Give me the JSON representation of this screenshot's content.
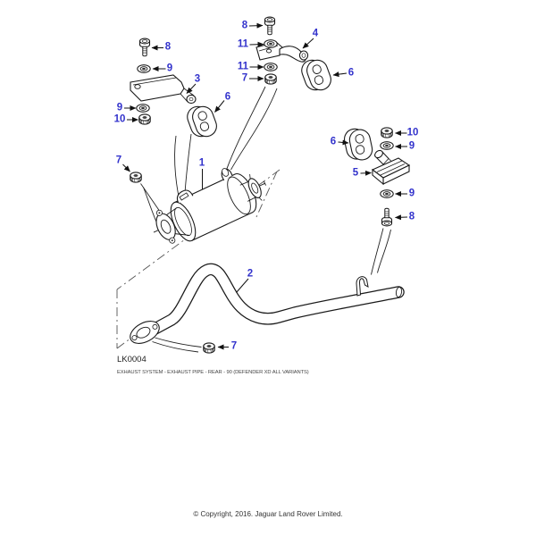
{
  "page": {
    "background": "#ffffff"
  },
  "diagram": {
    "code": "LK0004",
    "caption": "EXHAUST SYSTEM - EXHAUST PIPE - REAR - 90  (DEFENDER XD ALL VARIANTS)",
    "callout_color": "#3333cc",
    "line_color": "#1a1a1a"
  },
  "callouts": [
    {
      "num": "8",
      "points_to": "bolt"
    },
    {
      "num": "9",
      "points_to": "washer"
    },
    {
      "num": "3",
      "points_to": "bracket-plate"
    },
    {
      "num": "9",
      "points_to": "washer"
    },
    {
      "num": "10",
      "points_to": "nut"
    },
    {
      "num": "6",
      "points_to": "rubber-mount"
    },
    {
      "num": "7",
      "points_to": "nut"
    },
    {
      "num": "1",
      "points_to": "silencer"
    },
    {
      "num": "8",
      "points_to": "bolt"
    },
    {
      "num": "11",
      "points_to": "washer"
    },
    {
      "num": "4",
      "points_to": "hanger-arm"
    },
    {
      "num": "11",
      "points_to": "washer"
    },
    {
      "num": "7",
      "points_to": "nut"
    },
    {
      "num": "6",
      "points_to": "rubber-mount"
    },
    {
      "num": "6",
      "points_to": "rubber-mount"
    },
    {
      "num": "10",
      "points_to": "nut"
    },
    {
      "num": "9",
      "points_to": "washer"
    },
    {
      "num": "5",
      "points_to": "clamp-bracket"
    },
    {
      "num": "9",
      "points_to": "washer"
    },
    {
      "num": "8",
      "points_to": "bolt"
    },
    {
      "num": "2",
      "points_to": "tailpipe"
    },
    {
      "num": "7",
      "points_to": "nut"
    }
  ],
  "footer": {
    "copyright": "© Copyright, 2016. Jaguar Land Rover Limited."
  }
}
